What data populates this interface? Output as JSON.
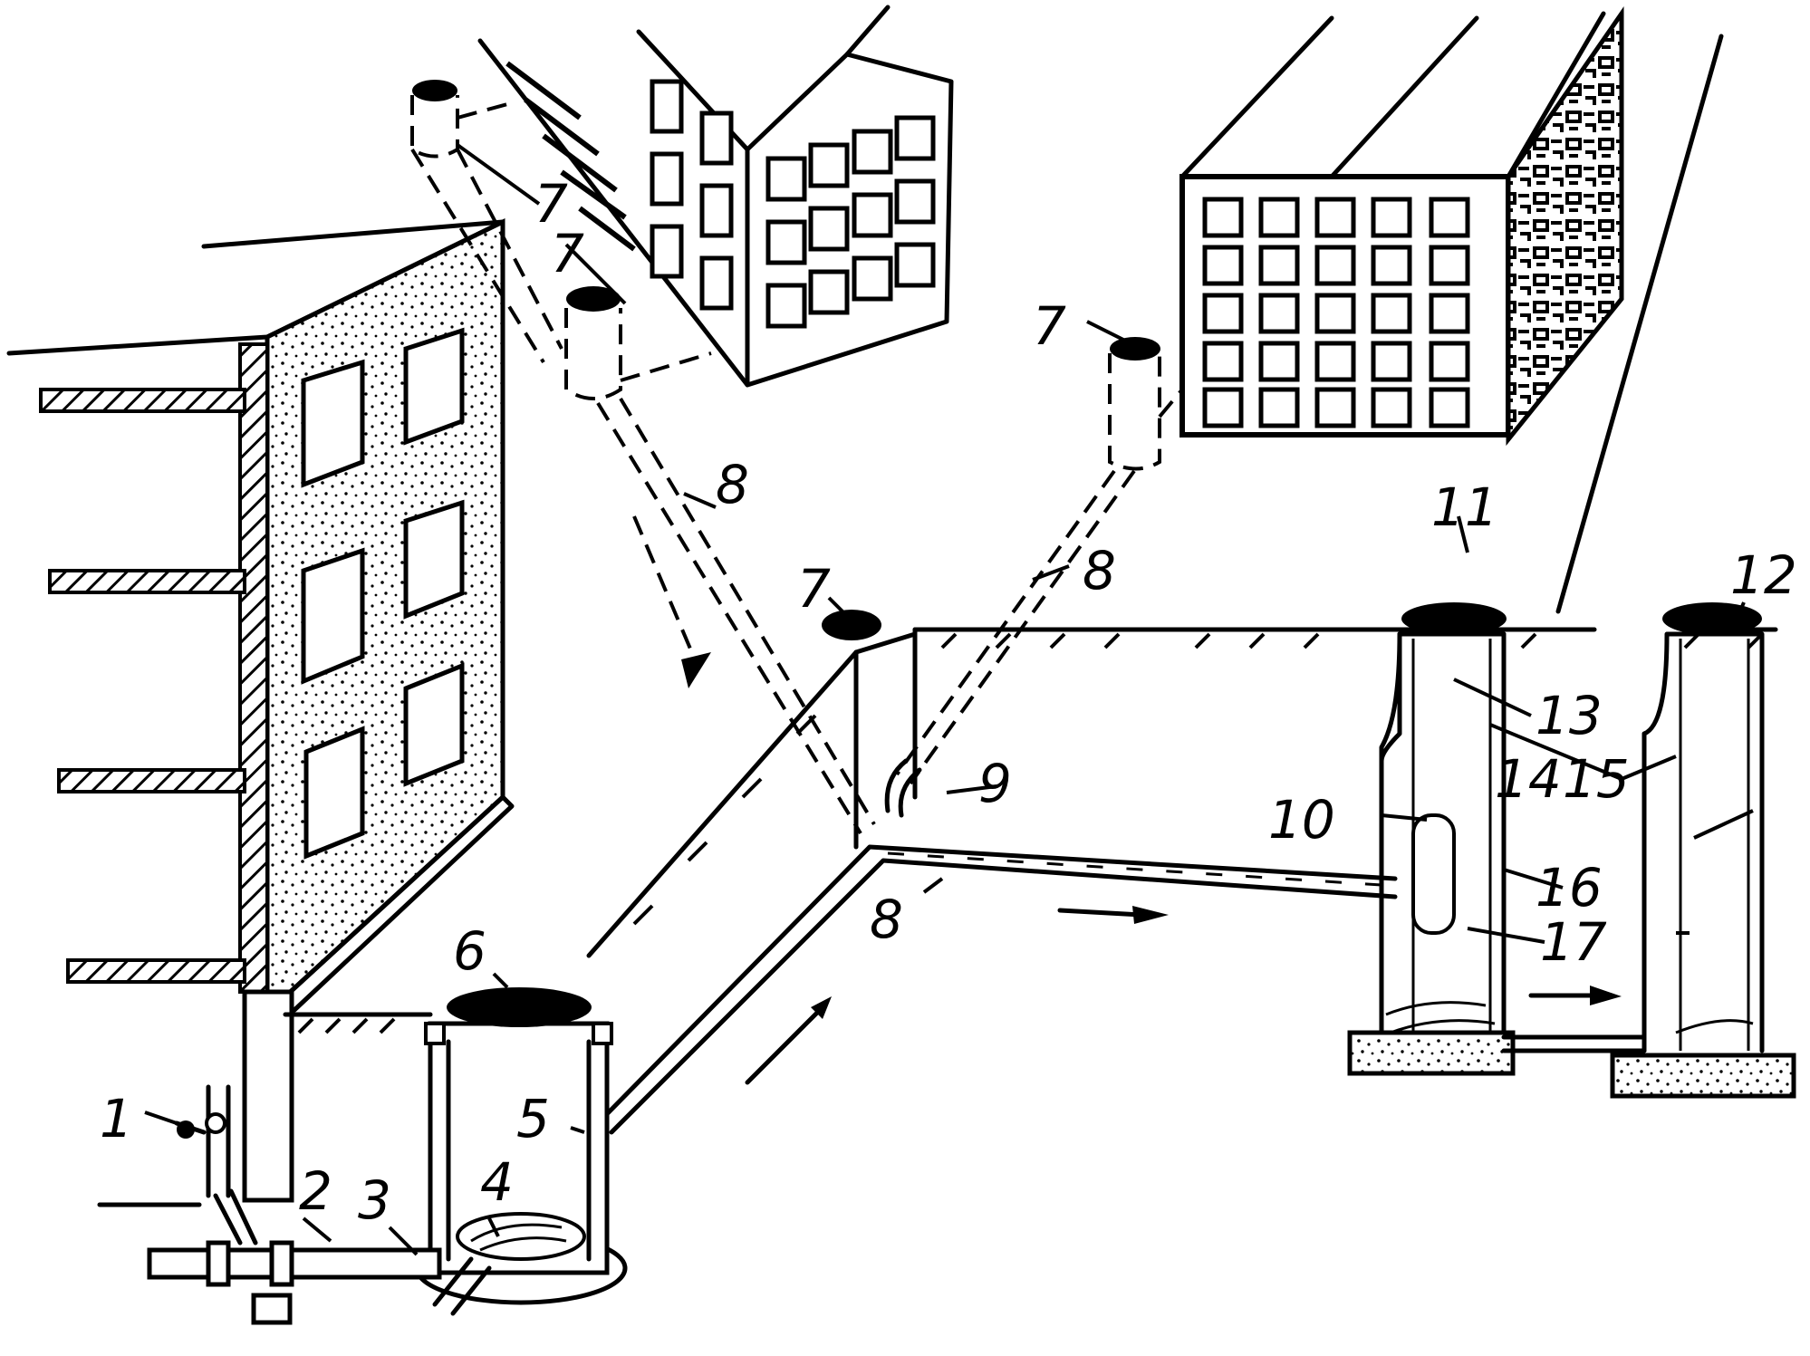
{
  "labels": {
    "n1": "1",
    "n2": "2",
    "n3": "3",
    "n4": "4",
    "n5": "5",
    "n6": "6",
    "n7": "7",
    "n8": "8",
    "n9": "9",
    "n10": "10",
    "n11": "11",
    "n12": "12",
    "n13": "13",
    "n14": "14",
    "n15": "15",
    "n16": "16",
    "n17": "17"
  },
  "colors": {
    "ink": "#000000",
    "paper": "#ffffff"
  }
}
